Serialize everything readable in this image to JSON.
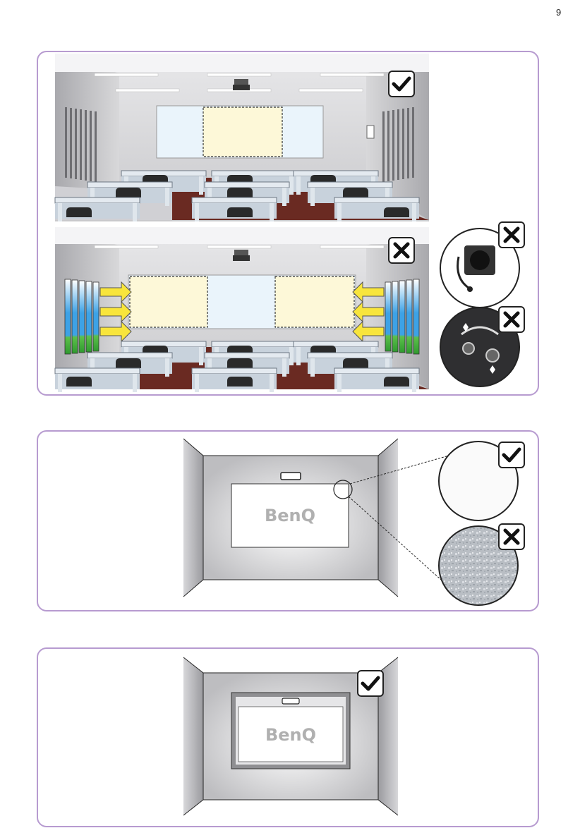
{
  "page": {
    "number": "9"
  },
  "panel1": {
    "good_room_badge": "check-icon",
    "bad_room_badge": "cross-icon",
    "accessory_speaker_badge": "cross-icon",
    "accessory_reflective_badge": "cross-icon"
  },
  "panel2": {
    "logo_text": "BenQ",
    "smooth_wall_badge": "check-icon",
    "textured_wall_badge": "cross-icon"
  },
  "panel3": {
    "logo_text": "BenQ",
    "framed_wall_badge": "check-icon"
  },
  "colors": {
    "panel_border": "#b79bd0",
    "arrow": "#f8e53c",
    "screen_highlight": "#fdf8d8"
  }
}
